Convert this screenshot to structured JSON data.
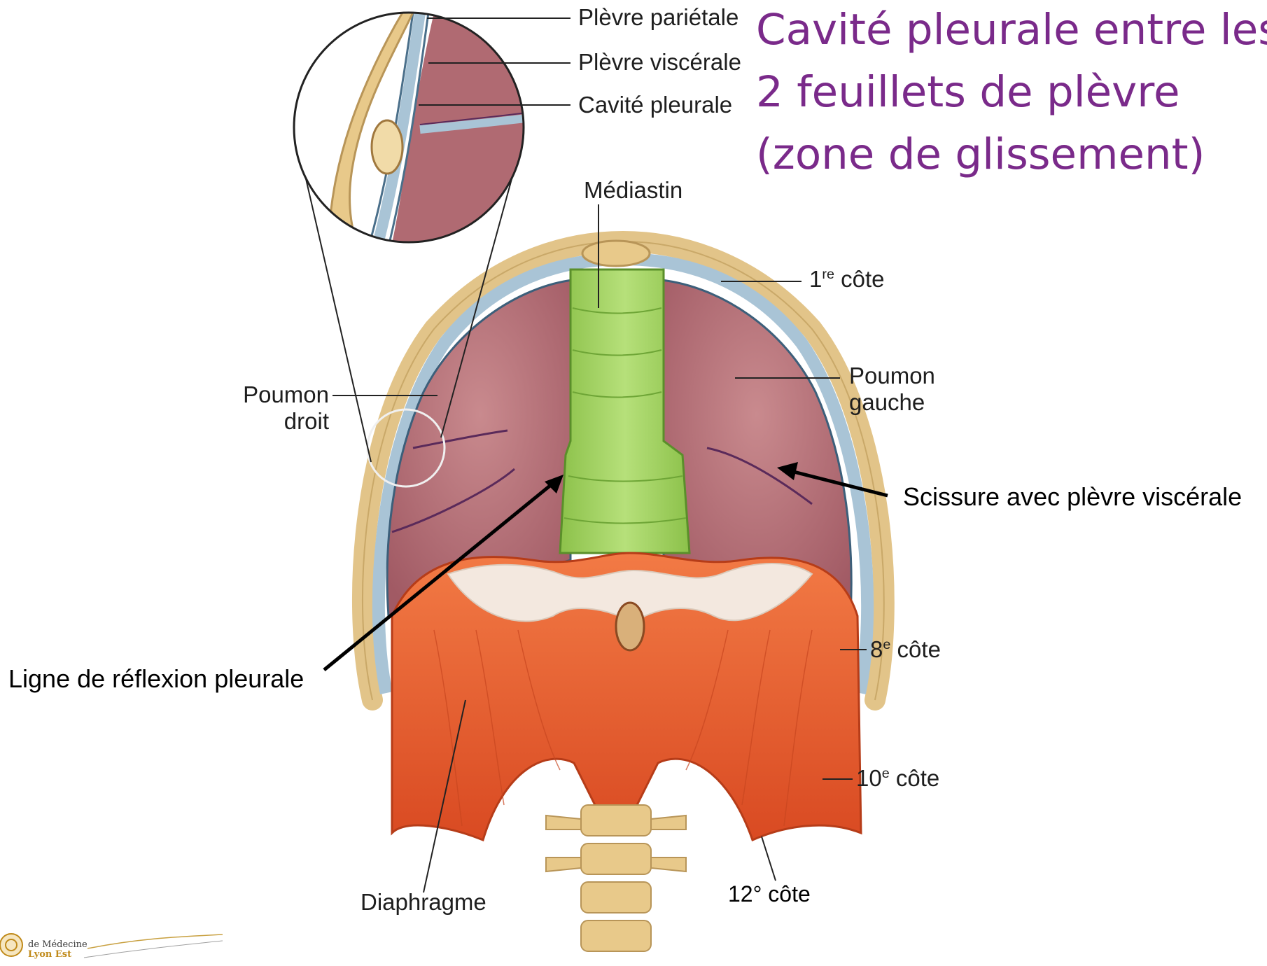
{
  "title_lines": [
    "Cavité pleurale entre les",
    "2 feuillets de plèvre",
    "(zone de glissement)"
  ],
  "labels": {
    "plevre_parietale": "Plèvre pariétale",
    "plevre_viscerale": "Plèvre viscérale",
    "cavite_pleurale": "Cavité pleurale",
    "mediastin": "Médiastin",
    "cote1_num": "1",
    "cote1_sup": "re",
    "cote1_word": " côte",
    "poumon_droit_1": "Poumon",
    "poumon_droit_2": "droit",
    "poumon_gauche_1": "Poumon",
    "poumon_gauche_2": "gauche",
    "scissure": "Scissure avec plèvre viscérale",
    "ligne_reflexion": "Ligne de réflexion pleurale",
    "cote8_num": "8",
    "cote8_sup": "e",
    "cote8_word": " côte",
    "cote10_num": "10",
    "cote10_sup": "e",
    "cote10_word": " côte",
    "cote12": "12°  côte",
    "diaphragme": "Diaphragme"
  },
  "logo": {
    "line1": "de Médecine",
    "line2": "Lyon Est"
  },
  "colors": {
    "title": "#7a2a8a",
    "lung": "#b06a72",
    "mediastinum": "#9ccf5a",
    "diaphragm": "#e05a2a",
    "bone": "#e8c98a",
    "pleura": "#a9c4d6"
  }
}
